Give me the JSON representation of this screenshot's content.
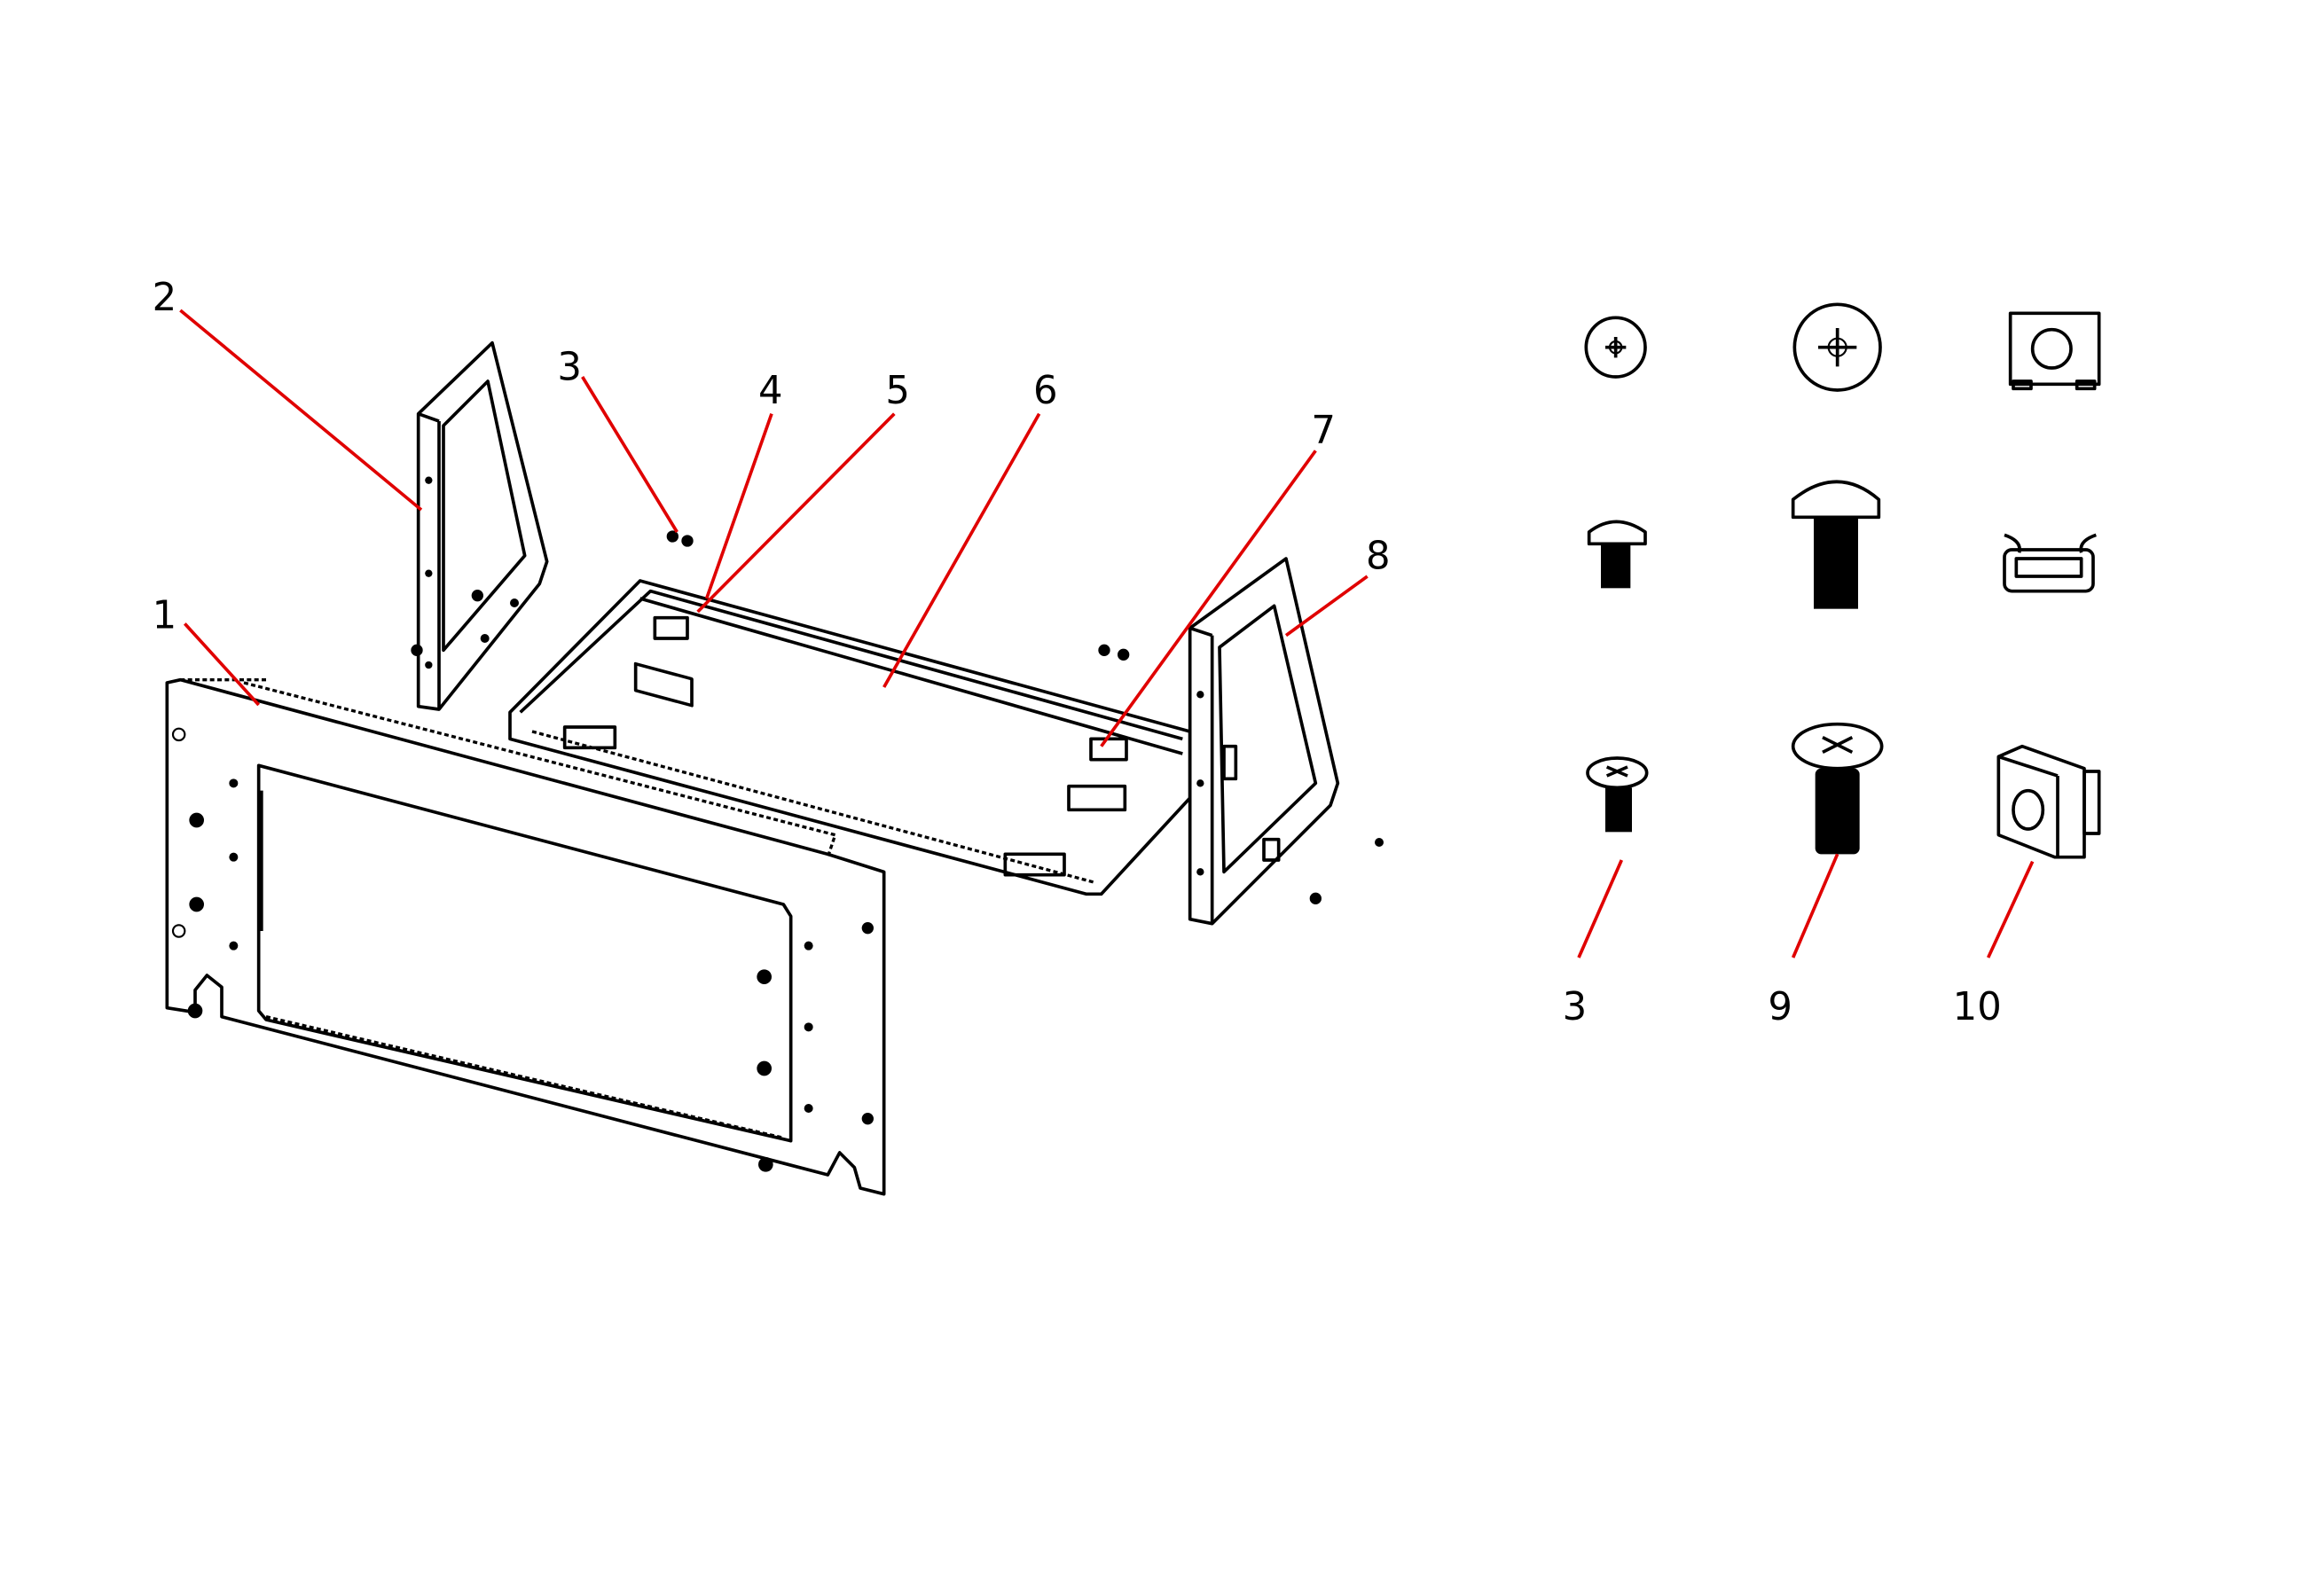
{
  "title": "Rack mount kit exploded parts diagram",
  "colors": {
    "leader": "#e00000",
    "line": "#000000",
    "background": "#ffffff"
  },
  "callouts": {
    "c1": "1",
    "c2": "2",
    "c3": "3",
    "c4": "4",
    "c5": "5",
    "c6": "6",
    "c7": "7",
    "c8": "8"
  },
  "hardware": {
    "screw_small": "3",
    "screw_large": "9",
    "cage_nut": "10"
  }
}
